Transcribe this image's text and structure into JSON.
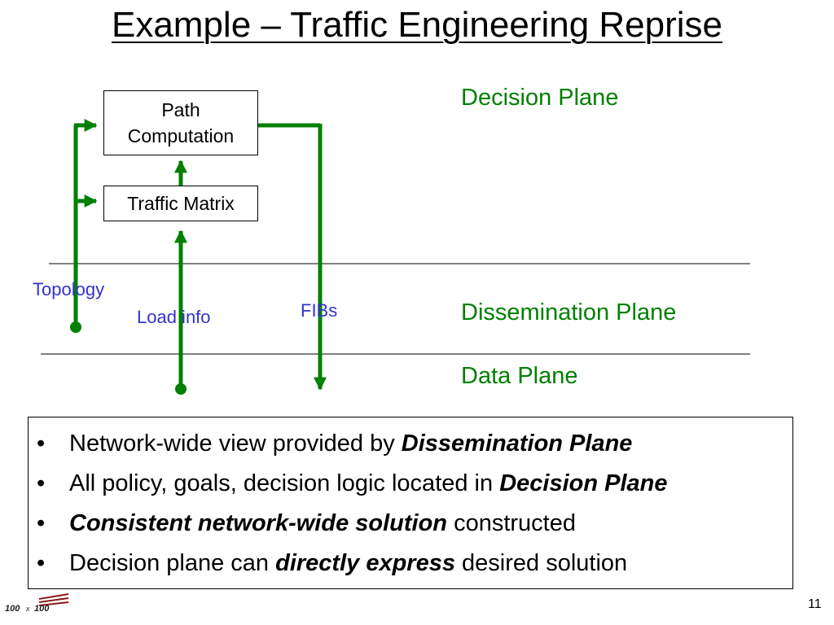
{
  "slide": {
    "title": "Example – Traffic Engineering Reprise",
    "number": "11"
  },
  "diagram": {
    "boxes": {
      "path_line1": "Path",
      "path_line2": "Computation",
      "traffic_matrix": "Traffic Matrix"
    },
    "planes": {
      "decision": "Decision Plane",
      "dissemination": "Dissemination Plane",
      "data": "Data Plane"
    },
    "labels": {
      "topology": "Topology",
      "load_info": "Load info",
      "fibs": "FIBs"
    },
    "colors": {
      "arrow": "#008000",
      "plane_text": "#008000",
      "label_text": "#3333cc"
    }
  },
  "bullets": [
    {
      "pre": "Network-wide view provided by ",
      "em": "Dissemination Plane",
      "post": ""
    },
    {
      "pre": "All policy, goals, decision logic located in ",
      "em": "Decision Plane",
      "post": ""
    },
    {
      "pre": "",
      "em": "Consistent network-wide solution",
      "post": " constructed"
    },
    {
      "pre": "Decision plane can ",
      "em": "directly express",
      "post": " desired solution"
    }
  ],
  "logo": {
    "text": "100 x 100",
    "icon": "100x100-logo-icon"
  }
}
